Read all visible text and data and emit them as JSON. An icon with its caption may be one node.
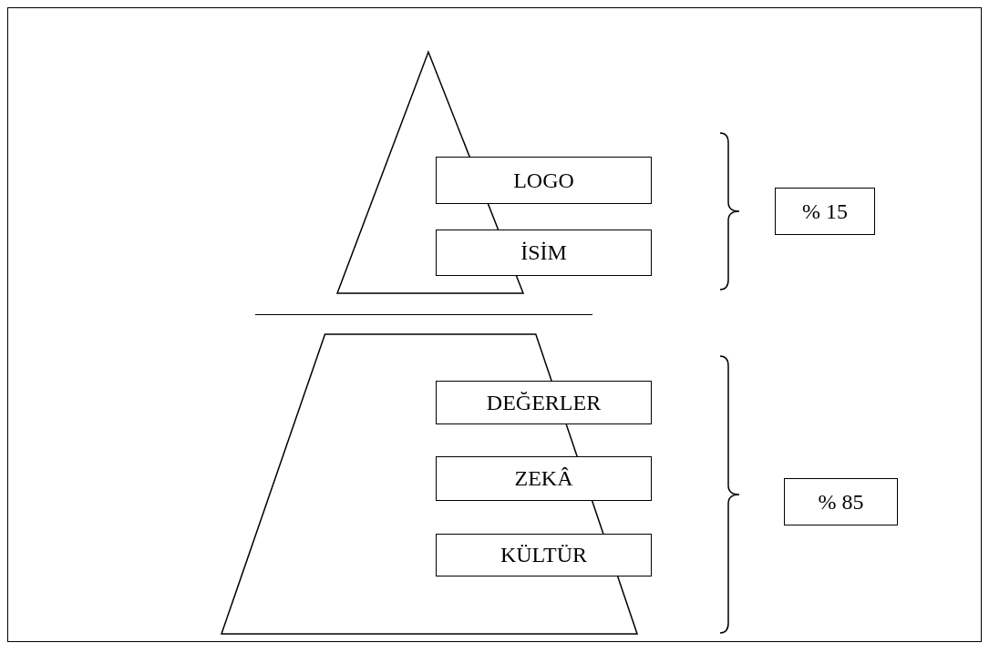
{
  "diagram": {
    "nodes": [
      {
        "text": [],
        "shape": "triangle"
      },
      {
        "text": [
          "LOGO"
        ]
      },
      {
        "text": [
          "İSİM"
        ]
      },
      {
        "text": [
          "% 15"
        ]
      },
      {
        "text": [],
        "shape": "trapezoid"
      },
      {
        "text": [
          "DEĞERLER"
        ]
      },
      {
        "text": [
          "ZEKÂ"
        ]
      },
      {
        "text": [
          "KÜLTÜR"
        ]
      },
      {
        "text": [
          "% 85"
        ]
      }
    ],
    "edges": []
  }
}
